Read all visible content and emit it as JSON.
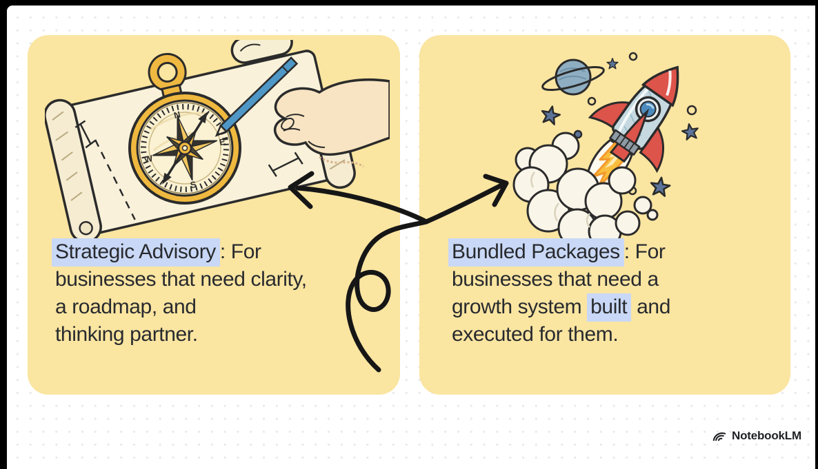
{
  "cards": {
    "left": {
      "heading_highlight": "Strategic Advisory",
      "heading_rest": ": For",
      "line2": "businesses that need clarity,",
      "line3": "a roadmap, and",
      "line4": "thinking partner.",
      "illustration": "hand drawing on a map with a golden compass"
    },
    "right": {
      "heading_highlight": "Bundled Packages",
      "heading_rest": ": For",
      "line2": "businesses that need a",
      "line3_pre": "growth system",
      "line3_highlight": "built",
      "line3_post": "and",
      "line4": "executed for them.",
      "illustration": "rocket launching with smoke, stars and planet"
    }
  },
  "connector": "hand-drawn branching arrow with loop pointing to both cards",
  "brand": {
    "label": "NotebookLM"
  },
  "colors": {
    "card_bg": "#FAE5A1",
    "highlight": "#C9D8F6",
    "text": "#282A2E",
    "page_bg": "#FFFFFF",
    "dot_grid": "#E9E9E9",
    "arrow": "#161616",
    "gold": "#EFB841",
    "parchment": "#F9F1DA",
    "pen_blue": "#4E97C6",
    "rocket_body": "#C6D9E1",
    "rocket_red": "#DD544A",
    "flame_yellow": "#F9BE3D",
    "smoke": "#FAF5E9",
    "star_slate": "#5C7499",
    "planet": "#8FAEC2"
  }
}
